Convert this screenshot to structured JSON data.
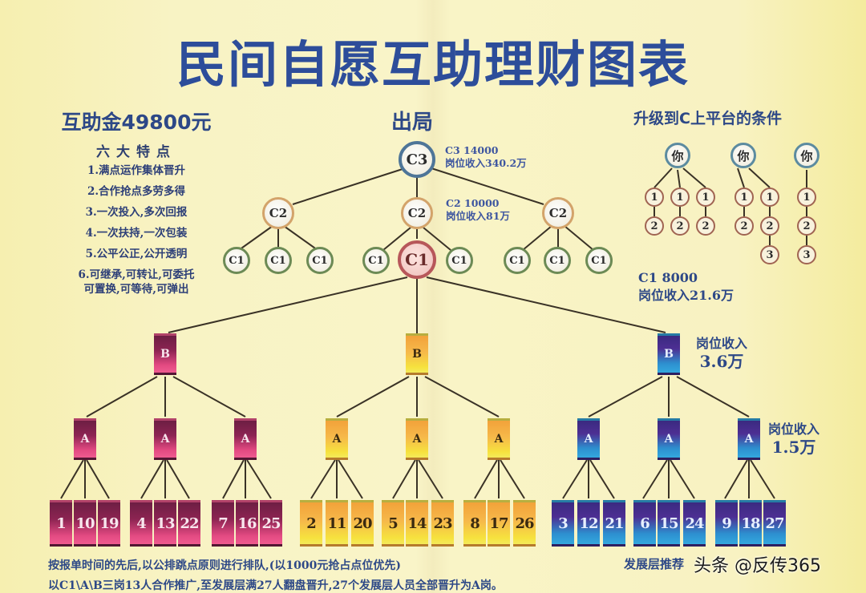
{
  "title": "民间自愿互助理财图表",
  "left_panel": {
    "amount": "互助金49800元",
    "subtitle": "六大特点",
    "features": [
      "1.满点运作集体晋升",
      "2.合作抢点多劳多得",
      "3.一次投入,多次回报",
      "4.一次扶持,一次包装",
      "5.公平公正,公开透明",
      "6.可继承,可转让,可委托",
      "可置换,可等待,可弹出"
    ]
  },
  "top_tree": {
    "exit_label": "出局",
    "c3": {
      "label": "C3",
      "info_line1": "C3 14000",
      "info_line2": "岗位收入340.2万"
    },
    "c2": {
      "label": "C2",
      "info_line1": "C2 10000",
      "info_line2": "岗位收入81万"
    },
    "c1": {
      "label": "C1"
    },
    "you_c1": {
      "label": "C1"
    }
  },
  "conditions": {
    "title": "升级到C上平台的条件",
    "you_label": "你",
    "numbers": [
      "1",
      "2",
      "3"
    ],
    "c1_line1": "C1 8000",
    "c1_line2": "岗位收入21.6万"
  },
  "b_level": {
    "label": "B",
    "income_line1": "岗位收入",
    "income_line2": "3.6万"
  },
  "a_level": {
    "label": "A",
    "income_line1": "岗位收入",
    "income_line2": "1.5万"
  },
  "leaves": {
    "pink": [
      [
        "1",
        "10",
        "19"
      ],
      [
        "4",
        "13",
        "22"
      ],
      [
        "7",
        "16",
        "25"
      ]
    ],
    "gold": [
      [
        "2",
        "11",
        "20"
      ],
      [
        "5",
        "14",
        "23"
      ],
      [
        "8",
        "17",
        "26"
      ]
    ],
    "blue": [
      [
        "3",
        "12",
        "21"
      ],
      [
        "6",
        "15",
        "24"
      ],
      [
        "9",
        "18",
        "27"
      ]
    ]
  },
  "footer": {
    "line1": "按报单时间的先后,以公排跳点原则进行排队,(以1000元抢占点位优先)",
    "line2": "以C1\\A\\B三岗13人合作推广,至发展层满27人翻盘晋升,27个发展层人员全部晋升为A岗。",
    "dev_title": "发展层推荐",
    "watermark": "头条 @反传365"
  },
  "colors": {
    "title": "#2d4d9a",
    "pink": "#e34a82",
    "gold": "#f6b94a",
    "blue": "#2d8fcf",
    "c3_ring": "#4e7598",
    "c2_ring": "#d3a36a",
    "c1_ring": "#6c8a55",
    "you_ring": "#b7575a"
  }
}
